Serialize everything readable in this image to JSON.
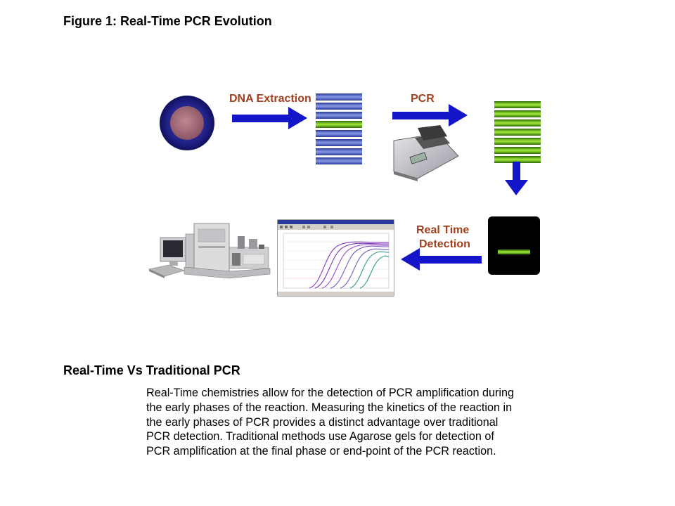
{
  "figure": {
    "title": "Figure 1: Real-Time PCR Evolution",
    "label_color": "#A0401E",
    "arrow_color": "#1414C8",
    "dna_band_color": "#5A6CD0",
    "amplified_band_color": "#7CCC1A",
    "steps": {
      "extraction": "DNA Extraction",
      "pcr": "PCR",
      "detection_line1": "Real Time",
      "detection_line2": "Detection"
    }
  },
  "section": {
    "title": "Real-Time Vs Traditional PCR",
    "lines": [
      "Real-Time chemistries allow for the detection of PCR amplification during",
      "the early phases of the reaction.  Measuring the kinetics of the reaction in",
      "the early phases of PCR provides a distinct advantage over traditional",
      "PCR detection. Traditional methods use Agarose gels for detection of",
      "PCR amplification at the final phase or end-point of the PCR reaction."
    ]
  }
}
